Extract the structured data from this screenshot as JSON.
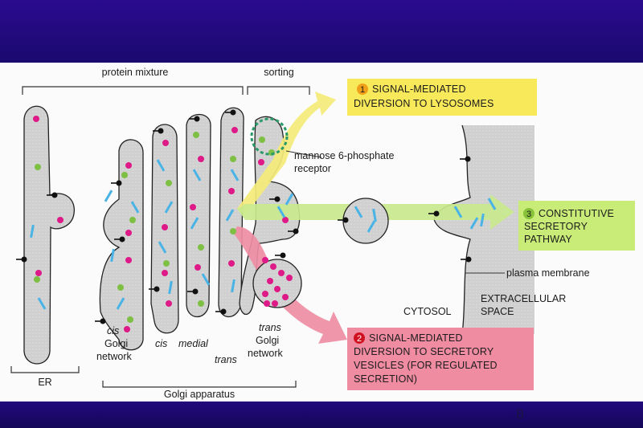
{
  "slide": {
    "page_number": "8"
  },
  "figure": {
    "top_labels": {
      "protein_mixture": "protein mixture",
      "sorting": "sorting"
    },
    "receptor_label_line1": "mannose 6-phosphate",
    "receptor_label_line2": "receptor",
    "pathway1": {
      "number": "1",
      "line1": "SIGNAL-MEDIATED",
      "line2": "DIVERSION TO LYSOSOMES",
      "color": "#f8e95a"
    },
    "pathway2": {
      "number": "2",
      "line1": "SIGNAL-MEDIATED",
      "line2": "DIVERSION TO SECRETORY",
      "line3": "VESICLES (FOR REGULATED",
      "line4": "SECRETION)",
      "color": "#ef8ca2"
    },
    "pathway3": {
      "number": "3",
      "line1": "CONSTITUTIVE",
      "line2": "SECRETORY",
      "line3": "PATHWAY",
      "color": "#c9ec78"
    },
    "plasma_membrane": "plasma membrane",
    "cytosol": "CYTOSOL",
    "extracellular_line1": "EXTRACELLULAR",
    "extracellular_line2": "SPACE",
    "er": "ER",
    "golgi_apparatus": "Golgi apparatus",
    "cis_golgi_network": {
      "line1": "cis",
      "line2": "Golgi",
      "line3": "network"
    },
    "cis": "cis",
    "medial": "medial",
    "trans": "trans",
    "trans_golgi_network": {
      "line1": "trans",
      "line2": "Golgi",
      "line3": "network"
    },
    "colors": {
      "cisterna": "#cfcfcf",
      "extracellular": "#c8c8c8",
      "rod": "#49b3e6",
      "magenta": "#de1a88",
      "green": "#7ec043"
    }
  }
}
